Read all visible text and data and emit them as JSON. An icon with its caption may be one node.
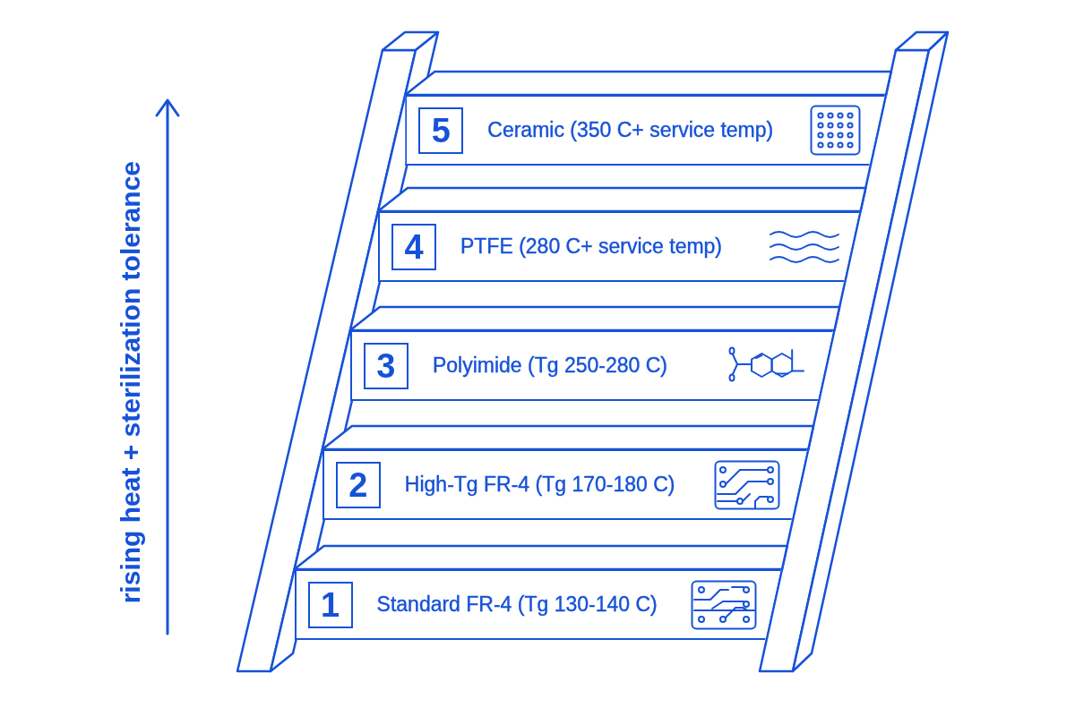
{
  "diagram": {
    "nodes": [
      {
        "text": [
          "Ceramic (350 C+ service temp)"
        ]
      },
      {
        "text": [
          "5"
        ],
        "in": 0
      },
      {
        "text": [
          "PTFE (280 C+ service temp)"
        ]
      },
      {
        "text": [
          "4"
        ],
        "in": 2
      },
      {
        "text": [
          "Polyimide (Tg 250-280 C)"
        ]
      },
      {
        "text": [
          "3"
        ],
        "in": 4
      },
      {
        "text": [
          "High-Tg FR-4 (Tg 170-180 C)"
        ]
      },
      {
        "text": [
          "2"
        ],
        "in": 6
      },
      {
        "text": [
          "Standard FR-4 (Tg 130-140 C)"
        ]
      },
      {
        "text": [
          "1"
        ],
        "in": 8
      }
    ],
    "labels": [
      "rising heat + sterilization tolerance"
    ]
  }
}
